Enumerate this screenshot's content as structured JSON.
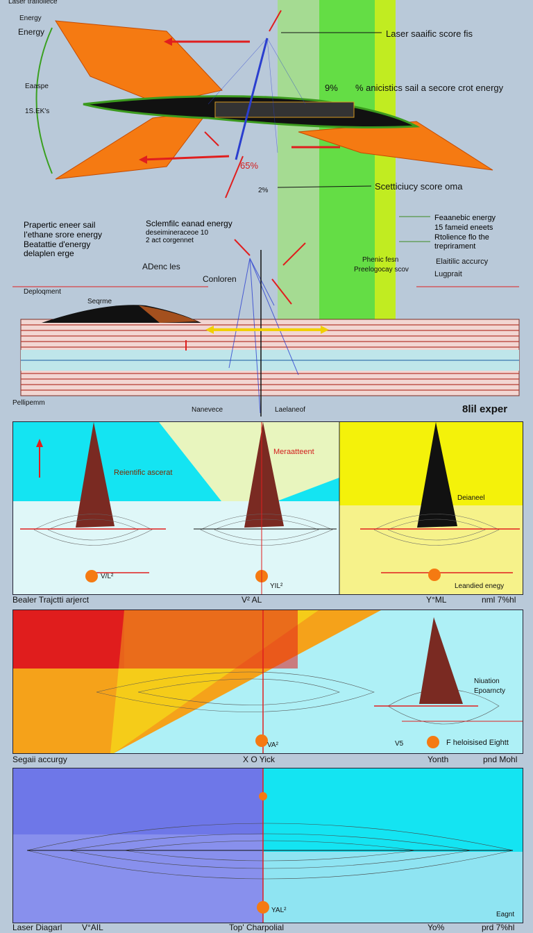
{
  "top": {
    "title": "Laser trafioliece",
    "energy_small": "Energy",
    "energy": "Energy",
    "side_label_1": "Eaaspe",
    "side_label_2": "1S.EK's",
    "callout_top_right": "Laser saaific score fis",
    "pct_9": "9%",
    "callout_mid_right": "% anicistics sail a secore crot energy",
    "pct_65": "65%",
    "pct_2": "2%",
    "callout_low_right": "Scetticiucy score oma"
  },
  "middle": {
    "left_lines": [
      "Prapertic eneer sail",
      "I'ethane srore energy",
      "Beatattie d'energy",
      "delaplen erge"
    ],
    "center_lines": [
      "Sclemfilc eanad energy",
      "deseimineraceoe 10",
      "2 act corgennet"
    ],
    "adence": "ADenc les",
    "conloren": "Conloren",
    "deployment": "Deploqment",
    "seqme": "Seqrme",
    "right_lines": [
      "Feaanebic energy",
      "15 fameid eneets",
      "Rtolience flo the",
      "treprirament"
    ],
    "phenic": "Phenic fesn",
    "elaitific": "Elaitilic accurcy",
    "preologocy": "Preelogocay scov",
    "lugprait": "Lugprait",
    "pellipemm": "Pellipemm",
    "nanevece": "Nanevece",
    "laelaneof": "Laelaneof",
    "bil_exper": "8lil  exper"
  },
  "panel_row_1": {
    "scientific": "Reientific ascerat",
    "measurement": "Meraatteent",
    "deianeel": "Deianeel",
    "leandied": "Leandied enegy",
    "bottom_left": "Bealer Trajctti arjerct",
    "v_al": "V² AL",
    "v_fil": "YIL²",
    "v_ml": "Y°ML",
    "nml": "nml 7%hl",
    "v_al_small": "V/L²"
  },
  "panel_row_2": {
    "niuation": "Niuation",
    "epoarncty": "Epoarncty",
    "v_prefix": "V5",
    "heloisised": "F heloisised Eightt",
    "v_a": "VA²",
    "segaii": "Segaii accurgy",
    "xo": "X O  Yick",
    "youth": "Yonth",
    "pnd": "pnd Mohl"
  },
  "panel_row_3": {
    "val": "YAL²",
    "eagnt": "Eagnt",
    "laser_diagarl": "Laser Diagarl",
    "v_all": "V°AIL",
    "top_chart": "Top' Charpolial",
    "yo": "Yo%",
    "prd": "prd 7%hl"
  },
  "colors": {
    "orange": "#f57a12",
    "red": "#e01e1e",
    "green": "#55e02a",
    "yellow": "#f4f20a",
    "cyan": "#14e4f2",
    "blue": "#2b3fcf",
    "violet": "#6c6fe6",
    "sail": "#7a2a22"
  }
}
